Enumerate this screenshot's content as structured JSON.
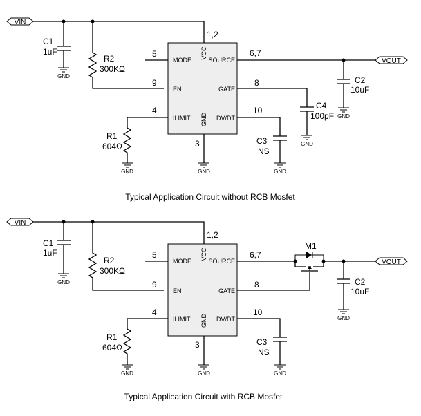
{
  "circuits": [
    {
      "caption": "Typical Application Circuit without RCB Mosfet",
      "ports": {
        "vin": "VIN",
        "vout": "VOUT"
      },
      "chip": {
        "pins": {
          "mode": "MODE",
          "en": "EN",
          "ilimit": "ILIMIT",
          "vcc": "VCC",
          "source": "SOURCE",
          "gate": "GATE",
          "dvdt": "DV/DT",
          "gnd": "GND"
        },
        "pin_numbers": {
          "vcc": "1,2",
          "mode": "5",
          "en": "9",
          "ilimit": "4",
          "gnd": "3",
          "source": "6,7",
          "gate": "8",
          "dvdt": "10"
        }
      },
      "components": {
        "c1": {
          "ref": "C1",
          "value": "1uF"
        },
        "r2": {
          "ref": "R2",
          "value": "300KΩ"
        },
        "r1": {
          "ref": "R1",
          "value": "604Ω"
        },
        "c3": {
          "ref": "C3",
          "value": "NS"
        },
        "c4": {
          "ref": "C4",
          "value": "100pF"
        },
        "c2": {
          "ref": "C2",
          "value": "10uF"
        }
      },
      "gnd_label": "GND"
    },
    {
      "caption": "Typical Application Circuit with RCB Mosfet",
      "ports": {
        "vin": "VIN",
        "vout": "VOUT"
      },
      "chip": {
        "pins": {
          "mode": "MODE",
          "en": "EN",
          "ilimit": "ILIMIT",
          "vcc": "VCC",
          "source": "SOURCE",
          "gate": "GATE",
          "dvdt": "DV/DT",
          "gnd": "GND"
        },
        "pin_numbers": {
          "vcc": "1,2",
          "mode": "5",
          "en": "9",
          "ilimit": "4",
          "gnd": "3",
          "source": "6,7",
          "gate": "8",
          "dvdt": "10"
        }
      },
      "components": {
        "c1": {
          "ref": "C1",
          "value": "1uF"
        },
        "r2": {
          "ref": "R2",
          "value": "300KΩ"
        },
        "r1": {
          "ref": "R1",
          "value": "604Ω"
        },
        "c3": {
          "ref": "C3",
          "value": "NS"
        },
        "m1": {
          "ref": "M1"
        },
        "c2": {
          "ref": "C2",
          "value": "10uF"
        }
      },
      "gnd_label": "GND"
    }
  ]
}
